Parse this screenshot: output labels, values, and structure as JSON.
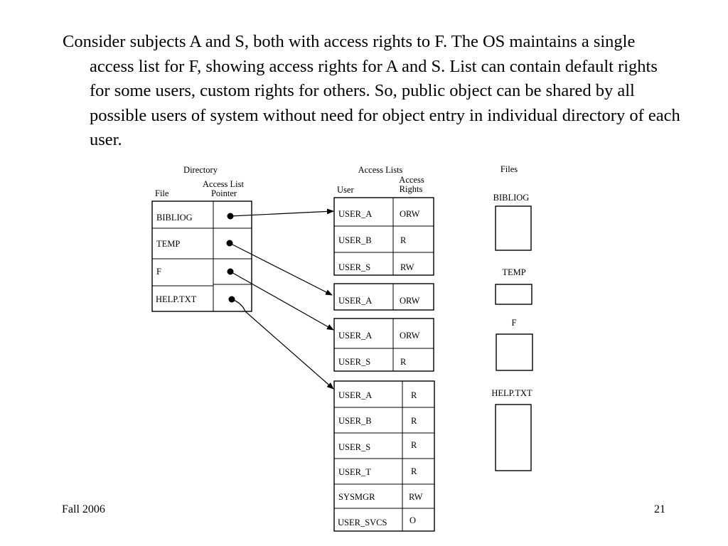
{
  "slide": {
    "body_text": "Consider subjects A and S, both with access rights to F.  The OS maintains a single access list for F, showing access rights for A and S.  List can contain default rights for some users, custom rights for others.  So, public object can be shared by all possible users of system without need for object entry in individual directory of each user.",
    "footer_left": "Fall 2006",
    "page_number": "21"
  },
  "diagram": {
    "directory": {
      "title": "Directory",
      "col_file": "File",
      "col_pointer_line1": "Access List",
      "col_pointer_line2": "Pointer",
      "rows": [
        "BIBLIOG",
        "TEMP",
        "F",
        "HELP.TXT"
      ]
    },
    "access_lists": {
      "title": "Access Lists",
      "col_user": "User",
      "col_rights_line1": "Access",
      "col_rights_line2": "Rights",
      "lists": [
        [
          {
            "user": "USER_A",
            "rights": "ORW"
          },
          {
            "user": "USER_B",
            "rights": "R"
          },
          {
            "user": "USER_S",
            "rights": "RW"
          }
        ],
        [
          {
            "user": "USER_A",
            "rights": "ORW"
          }
        ],
        [
          {
            "user": "USER_A",
            "rights": "ORW"
          },
          {
            "user": "USER_S",
            "rights": "R"
          }
        ],
        [
          {
            "user": "USER_A",
            "rights": "R"
          },
          {
            "user": "USER_B",
            "rights": "R"
          },
          {
            "user": "USER_S",
            "rights": "R"
          },
          {
            "user": "USER_T",
            "rights": "R"
          },
          {
            "user": "SYSMGR",
            "rights": "RW"
          },
          {
            "user": "USER_SVCS",
            "rights": "O"
          }
        ]
      ]
    },
    "files": {
      "title": "Files",
      "items": [
        "BIBLIOG",
        "TEMP",
        "F",
        "HELP.TXT"
      ]
    }
  }
}
